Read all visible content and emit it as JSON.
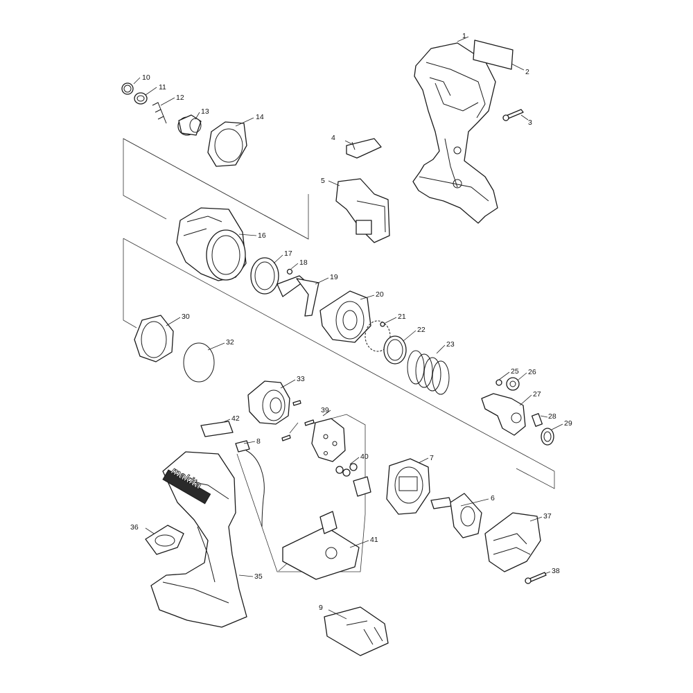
{
  "diagram": {
    "brand_mark": "makita",
    "callouts": [
      {
        "id": "1",
        "label": "1"
      },
      {
        "id": "2",
        "label": "2"
      },
      {
        "id": "3",
        "label": "3"
      },
      {
        "id": "4",
        "label": "4"
      },
      {
        "id": "5",
        "label": "5"
      },
      {
        "id": "6",
        "label": "6"
      },
      {
        "id": "7",
        "label": "7"
      },
      {
        "id": "8",
        "label": "8"
      },
      {
        "id": "9",
        "label": "9"
      },
      {
        "id": "10",
        "label": "10"
      },
      {
        "id": "11",
        "label": "11"
      },
      {
        "id": "12",
        "label": "12"
      },
      {
        "id": "13",
        "label": "13"
      },
      {
        "id": "14",
        "label": "14"
      },
      {
        "id": "16",
        "label": "16"
      },
      {
        "id": "17",
        "label": "17"
      },
      {
        "id": "18",
        "label": "18"
      },
      {
        "id": "19",
        "label": "19"
      },
      {
        "id": "20",
        "label": "20"
      },
      {
        "id": "21",
        "label": "21"
      },
      {
        "id": "22",
        "label": "22"
      },
      {
        "id": "23",
        "label": "23"
      },
      {
        "id": "25",
        "label": "25"
      },
      {
        "id": "26",
        "label": "26"
      },
      {
        "id": "27",
        "label": "27"
      },
      {
        "id": "28",
        "label": "28"
      },
      {
        "id": "29",
        "label": "29"
      },
      {
        "id": "30",
        "label": "30"
      },
      {
        "id": "32",
        "label": "32"
      },
      {
        "id": "33",
        "label": "33"
      },
      {
        "id": "35",
        "label": "35"
      },
      {
        "id": "36",
        "label": "36"
      },
      {
        "id": "37",
        "label": "37"
      },
      {
        "id": "38",
        "label": "38"
      },
      {
        "id": "39",
        "label": "39"
      },
      {
        "id": "40",
        "label": "40"
      },
      {
        "id": "41",
        "label": "41"
      },
      {
        "id": "42",
        "label": "42"
      }
    ]
  }
}
